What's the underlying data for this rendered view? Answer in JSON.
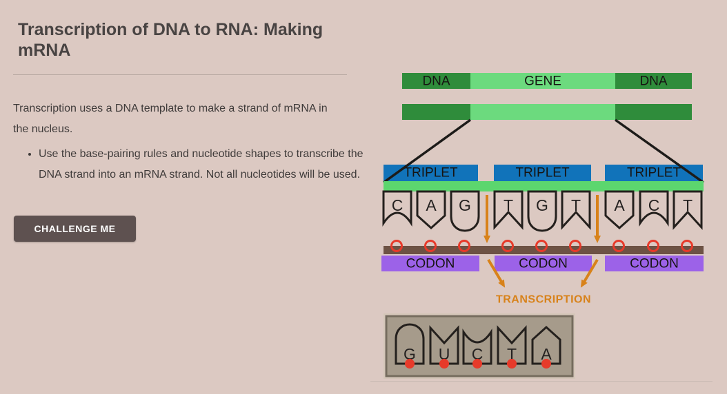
{
  "left_panel": {
    "title": "Transcription of DNA to RNA: Making mRNA",
    "intro": "Transcription uses a DNA template to make a strand of mRNA in the nucleus.",
    "bullets": [
      "Use the base-pairing rules and nucleotide shapes to transcribe the DNA strand into an mRNA strand. Not all nucleotides will be used."
    ],
    "challenge_button_label": "CHALLENGE ME"
  },
  "diagram": {
    "dna_bar_segments": [
      {
        "label": "DNA",
        "shade": "dark"
      },
      {
        "label": "GENE",
        "shade": "light"
      },
      {
        "label": "DNA",
        "shade": "dark"
      }
    ],
    "triplet_labels": [
      "TRIPLET",
      "TRIPLET",
      "TRIPLET"
    ],
    "codon_labels": [
      "CODON",
      "CODON",
      "CODON"
    ],
    "transcription_label": "TRANSCRIPTION",
    "dna_nucleotides": [
      {
        "letter": "C",
        "shape": "arch"
      },
      {
        "letter": "A",
        "shape": "point"
      },
      {
        "letter": "G",
        "shape": "round"
      },
      {
        "letter": "T",
        "shape": "tail"
      },
      {
        "letter": "G",
        "shape": "round"
      },
      {
        "letter": "T",
        "shape": "tail"
      },
      {
        "letter": "A",
        "shape": "point"
      },
      {
        "letter": "C",
        "shape": "arch"
      },
      {
        "letter": "T",
        "shape": "tail"
      }
    ],
    "tray_nucleotides": [
      {
        "letter": "G",
        "shape": "dome"
      },
      {
        "letter": "U",
        "shape": "notch"
      },
      {
        "letter": "C",
        "shape": "cup"
      },
      {
        "letter": "T",
        "shape": "notch"
      },
      {
        "letter": "A",
        "shape": "peak"
      }
    ]
  },
  "colors": {
    "background": "#dcc9c2",
    "heading": "#494443",
    "body_text": "#3f3b3a",
    "divider": "#b5a69f",
    "button_bg": "#5e5150",
    "button_text": "#ffffff",
    "dark_green": "#2f8c3b",
    "light_green": "#6cda7e",
    "strand_green": "#5cd66e",
    "triplet_blue": "#1173ba",
    "codon_purple": "#9c62e8",
    "backbone_brown": "#6d5244",
    "attachment_red": "#e73a2a",
    "arrow_orange": "#d8821a",
    "outline_black": "#24201d",
    "tray_fill": "#a69b8b",
    "tray_border": "#756c5d",
    "tray_outer_edge": "#d4c6b8",
    "bottom_divider": "#c9bab3"
  }
}
